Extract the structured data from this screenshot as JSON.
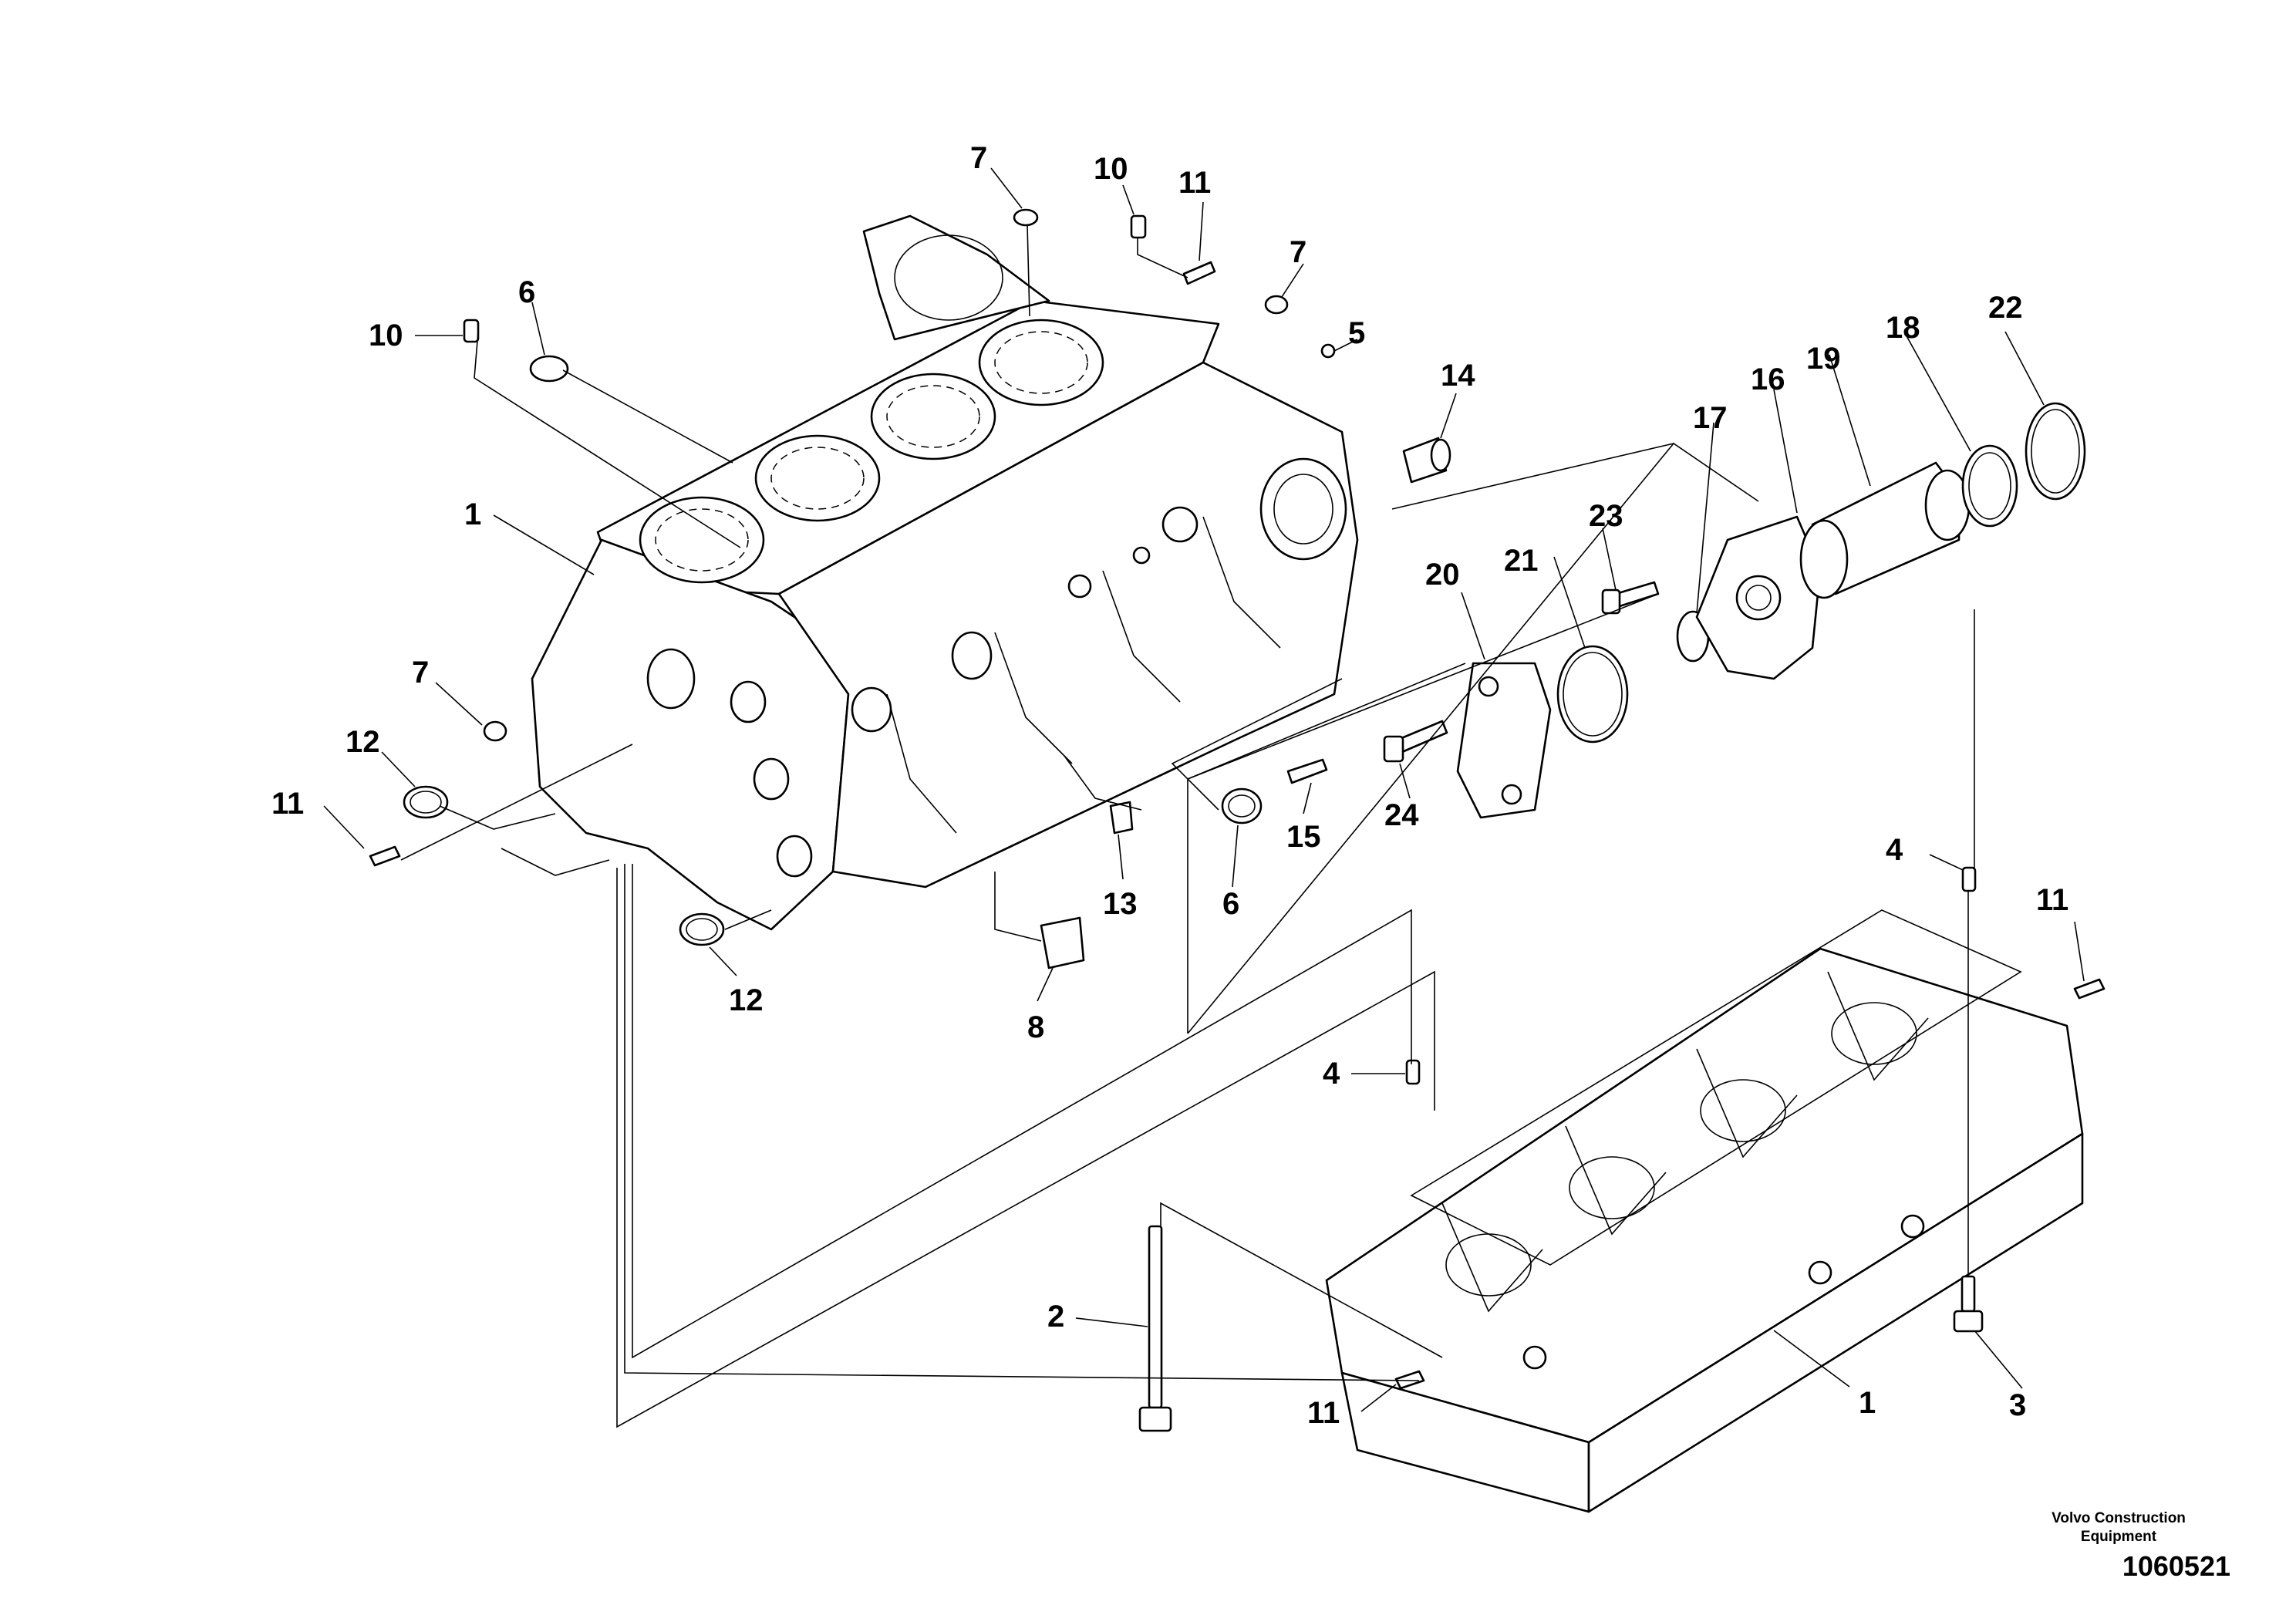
{
  "callouts": [
    "7",
    "10",
    "11",
    "7",
    "6",
    "10",
    "5",
    "14",
    "1",
    "7",
    "12",
    "11",
    "13",
    "6",
    "12",
    "8",
    "15",
    "24",
    "20",
    "21",
    "23",
    "17",
    "16",
    "19",
    "18",
    "22",
    "4",
    "11",
    "4",
    "2",
    "11",
    "1",
    "3"
  ],
  "footer": {
    "company_line1": "Volvo Construction",
    "company_line2": "Equipment",
    "drawing_number": "1060521"
  }
}
